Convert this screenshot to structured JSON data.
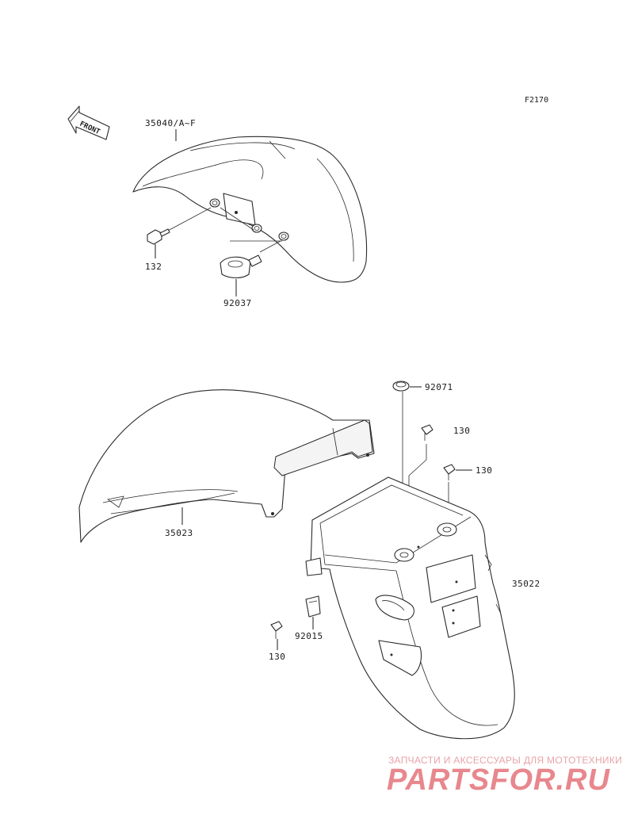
{
  "figure": {
    "code": "F2170"
  },
  "direction_marker": {
    "text": "FRONT"
  },
  "parts": [
    {
      "id": "35040",
      "label": "35040/A~F"
    },
    {
      "id": "132",
      "label": "132"
    },
    {
      "id": "92037",
      "label": "92037"
    },
    {
      "id": "92071",
      "label": "92071"
    },
    {
      "id": "130a",
      "label": "130"
    },
    {
      "id": "130b",
      "label": "130"
    },
    {
      "id": "35023",
      "label": "35023"
    },
    {
      "id": "35022",
      "label": "35022"
    },
    {
      "id": "92015",
      "label": "92015"
    },
    {
      "id": "130c",
      "label": "130"
    }
  ],
  "watermark": {
    "subtitle": "ЗАПЧАСТИ И АКСЕССУАРЫ ДЛЯ МОТОТЕХНИКИ",
    "brand": "PARTSFOR.RU"
  },
  "colors": {
    "line": "#2a2a2a",
    "watermark": "#e8878d"
  }
}
